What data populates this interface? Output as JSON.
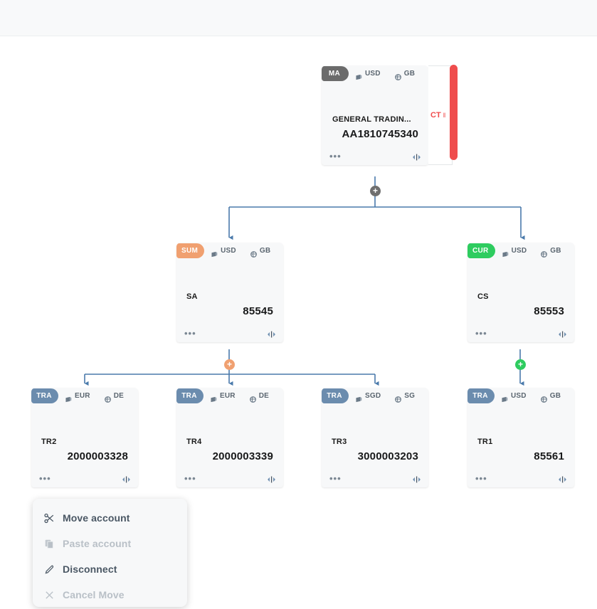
{
  "app": {
    "background": "#ffffff",
    "topbar_color": "#f8f9fa"
  },
  "colors": {
    "master": "#636363",
    "summary": "#f0a070",
    "currency": "#2ecc5f",
    "transaction": "#6b8cae",
    "alert": "#ef4d4d",
    "wire": "#4a7aab"
  },
  "topbar": {
    "title": ""
  },
  "tree": {
    "nodes": [
      {
        "id": "master",
        "tag": "MA",
        "tag_kind": "ma",
        "currency": "USD",
        "country": "GB",
        "name": "GENERAL TRADIN...",
        "number": "AA1810745340",
        "more_icon": "ellipsis-icon",
        "split_icon": "split-icon",
        "side_panel": {
          "label": "CT",
          "pause": "‖"
        }
      },
      {
        "id": "summary",
        "tag": "SUM",
        "tag_kind": "sum",
        "currency": "USD",
        "country": "GB",
        "name": "SA",
        "number": "85545",
        "more_icon": "ellipsis-icon",
        "split_icon": "split-icon"
      },
      {
        "id": "currency",
        "tag": "CUR",
        "tag_kind": "cur",
        "currency": "USD",
        "country": "GB",
        "name": "CS",
        "number": "85553",
        "more_icon": "ellipsis-icon",
        "split_icon": "split-icon"
      },
      {
        "id": "tr2",
        "tag": "TRA",
        "tag_kind": "tra",
        "currency": "EUR",
        "country": "DE",
        "name": "TR2",
        "number": "2000003328",
        "more_icon": "ellipsis-icon",
        "split_icon": "split-icon"
      },
      {
        "id": "tr4",
        "tag": "TRA",
        "tag_kind": "tra",
        "currency": "EUR",
        "country": "DE",
        "name": "TR4",
        "number": "2000003339",
        "more_icon": "ellipsis-icon",
        "split_icon": "split-icon"
      },
      {
        "id": "tr3",
        "tag": "TRA",
        "tag_kind": "tra",
        "currency": "SGD",
        "country": "SG",
        "name": "TR3",
        "number": "3000003203",
        "more_icon": "ellipsis-icon",
        "split_icon": "split-icon"
      },
      {
        "id": "tr1",
        "tag": "TRA",
        "tag_kind": "tra",
        "currency": "USD",
        "country": "GB",
        "name": "TR1",
        "number": "85561",
        "more_icon": "ellipsis-icon",
        "split_icon": "split-icon"
      }
    ],
    "expanders": [
      {
        "id": "exp-master",
        "label": "+",
        "kind": "gray"
      },
      {
        "id": "exp-summary",
        "label": "+",
        "kind": "orange"
      },
      {
        "id": "exp-currency",
        "label": "+",
        "kind": "green"
      }
    ]
  },
  "context_menu": {
    "items": [
      {
        "label": "Move account",
        "icon": "scissors-icon",
        "enabled": true
      },
      {
        "label": "Paste account",
        "icon": "paste-icon",
        "enabled": false
      },
      {
        "label": "Disconnect",
        "icon": "pencil-icon",
        "enabled": true
      },
      {
        "label": "Cancel Move",
        "icon": "close-icon",
        "enabled": false
      }
    ]
  }
}
